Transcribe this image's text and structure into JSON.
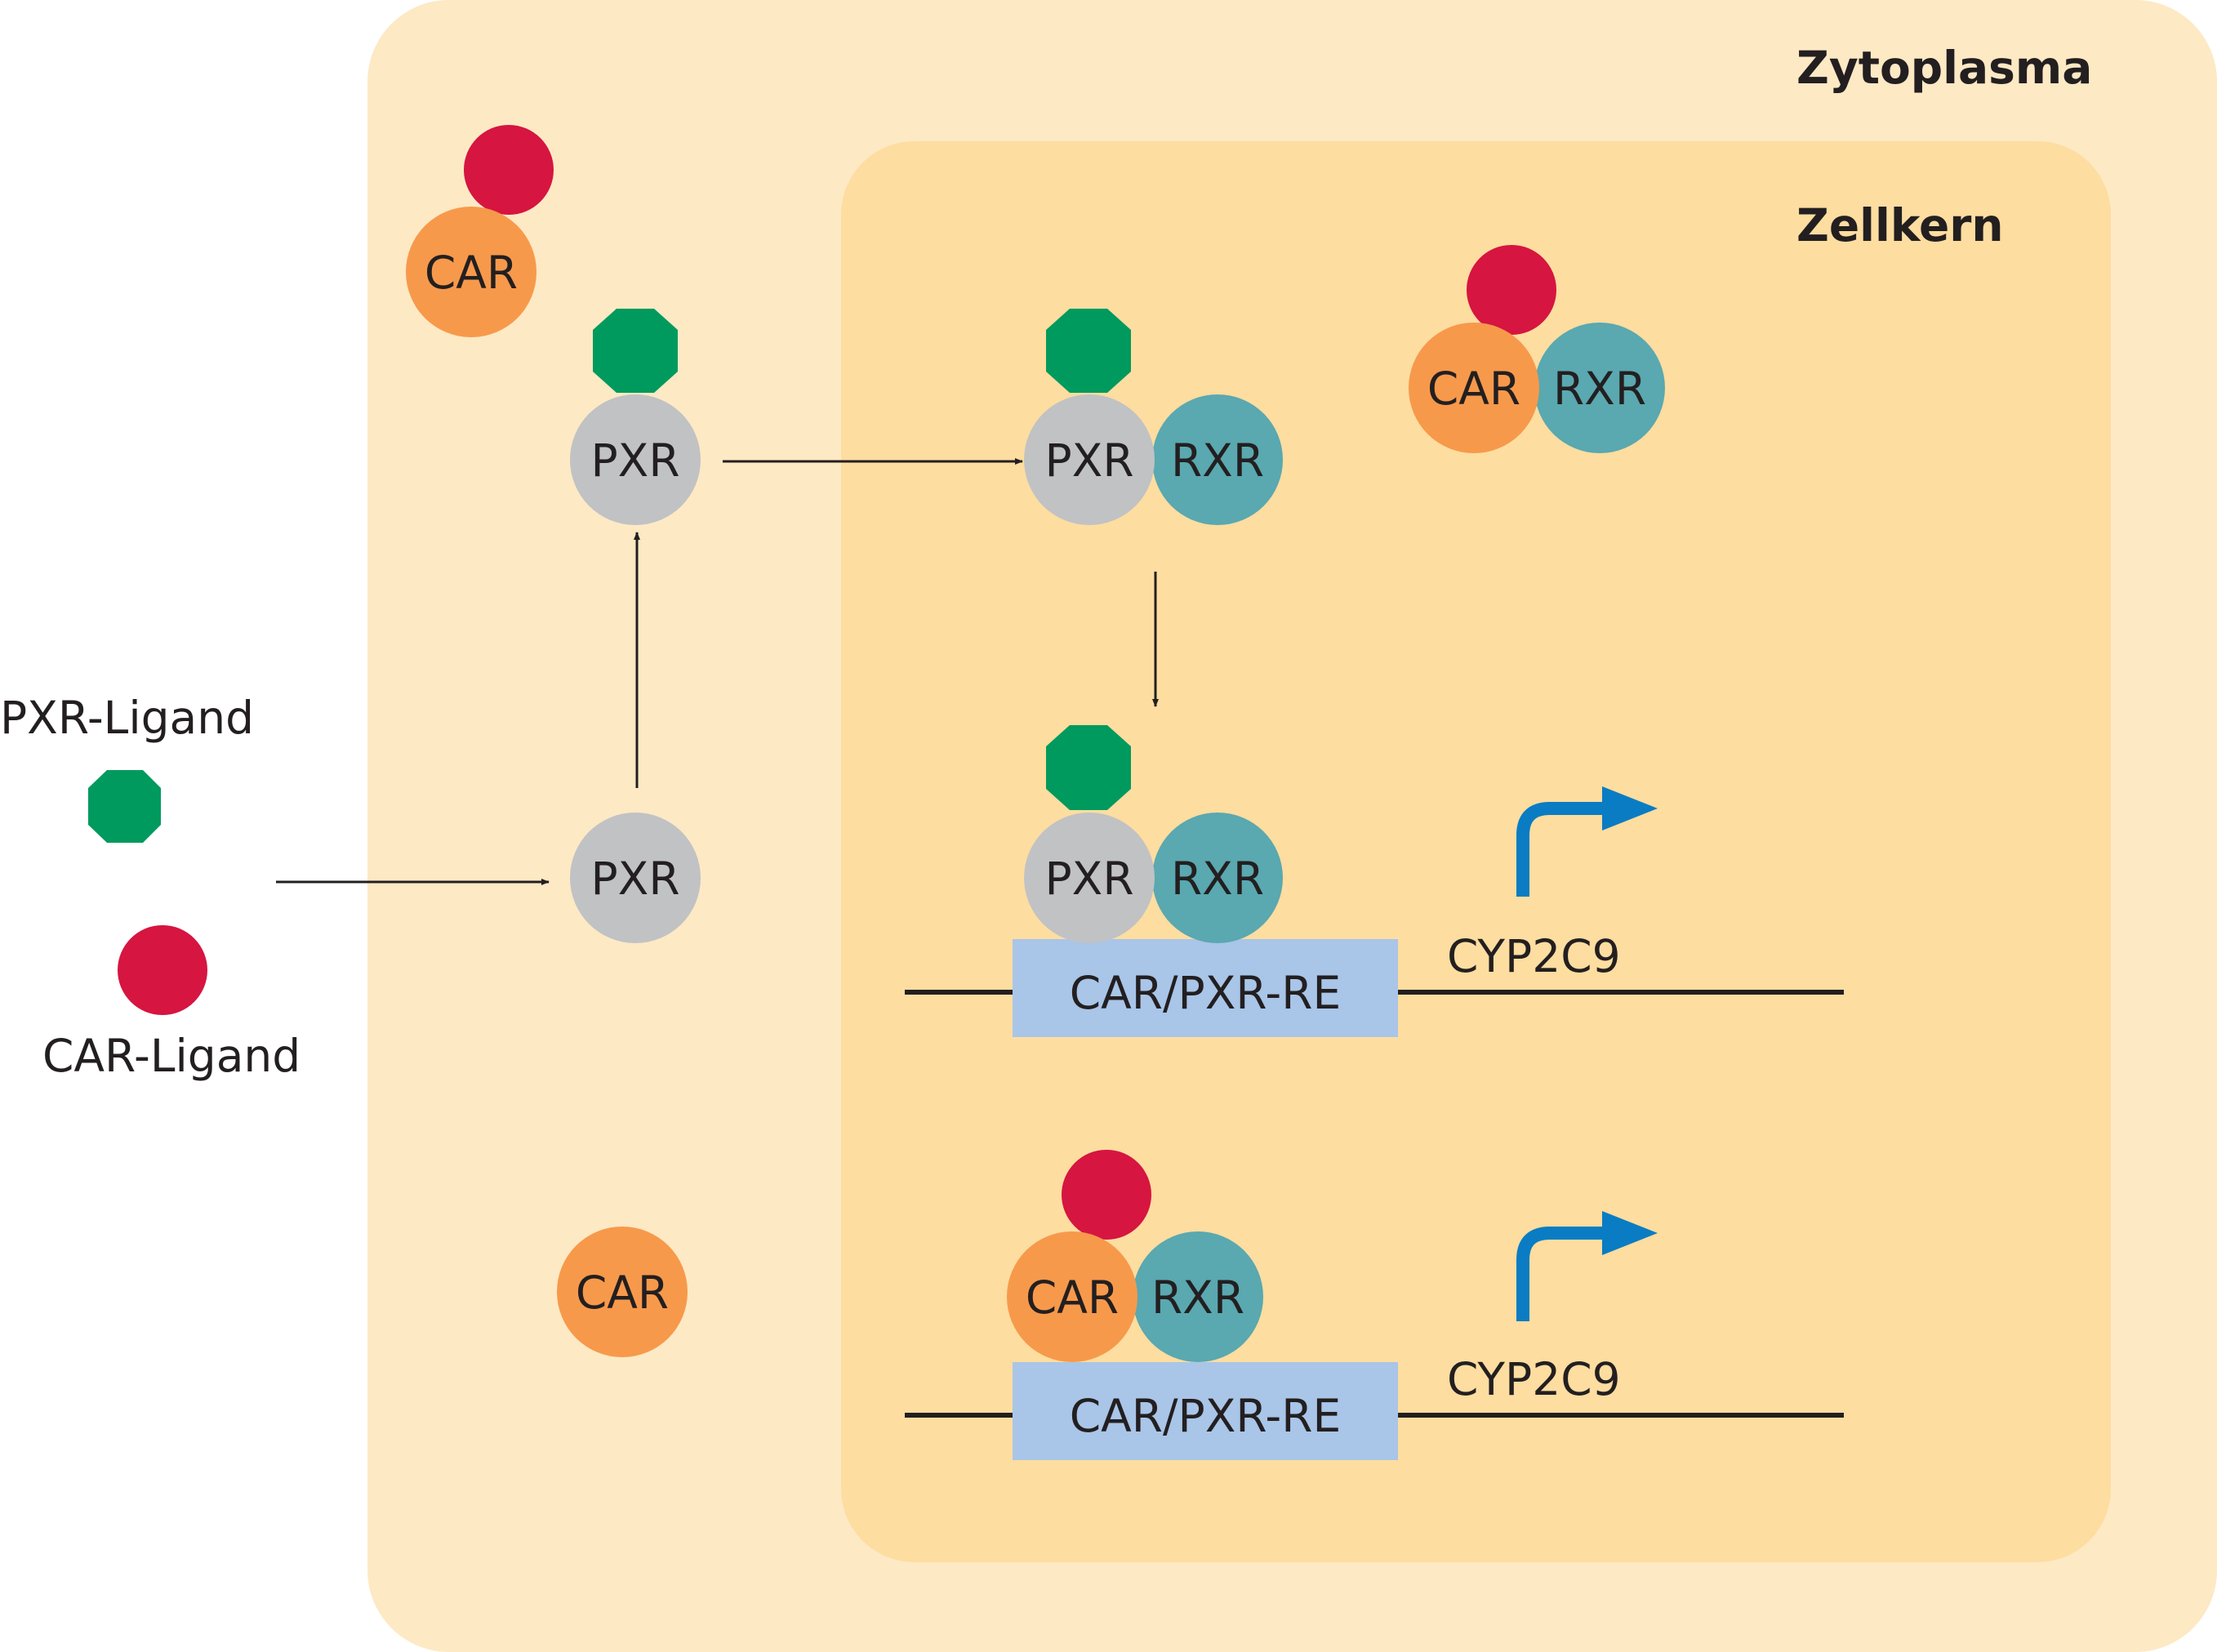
{
  "regions": {
    "cytoplasm": "Zytoplasma",
    "nucleus": "Zellkern"
  },
  "legend": {
    "pxr_ligand": "PXR-Ligand",
    "car_ligand": "CAR-Ligand"
  },
  "molecules": {
    "car": "CAR",
    "pxr": "PXR",
    "rxr": "RXR"
  },
  "dna": {
    "response_element": "CAR/PXR-RE",
    "gene": "CYP2C9"
  },
  "colors": {
    "cytoplasm": "#fde9c4",
    "nucleus": "#fddda0",
    "car": "#f7994b",
    "car_ligand": "#d61541",
    "pxr": "#c1c2c4",
    "pxr_ligand": "#009a5e",
    "rxr": "#5aa8b0",
    "response_element": "#a9c5e8",
    "transcription_arrow": "#0a7cc3",
    "line": "#231f20"
  }
}
